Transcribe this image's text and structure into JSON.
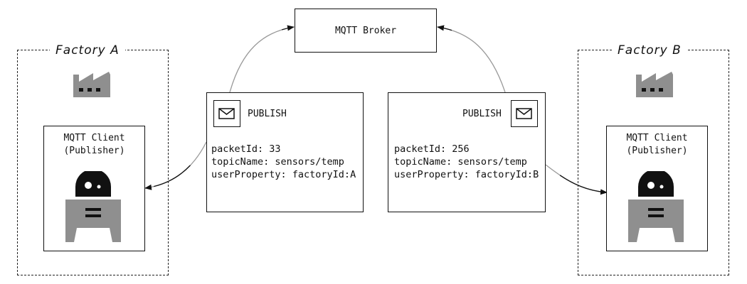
{
  "broker": {
    "label": "MQTT Broker"
  },
  "factories": [
    {
      "title": "Factory A",
      "client": {
        "line1": "MQTT Client",
        "line2": "(Publisher)"
      },
      "icons": {
        "building": "factory-icon",
        "robot": "robot-icon"
      }
    },
    {
      "title": "Factory B",
      "client": {
        "line1": "MQTT Client",
        "line2": "(Publisher)"
      },
      "icons": {
        "building": "factory-icon",
        "robot": "robot-icon"
      }
    }
  ],
  "packets": [
    {
      "type": "PUBLISH",
      "icon": "envelope-icon",
      "fields": [
        "packetId: 33",
        "topicName: sensors/temp",
        "userProperty: factoryId:A"
      ]
    },
    {
      "type": "PUBLISH",
      "icon": "envelope-icon",
      "fields": [
        "packetId: 256",
        "topicName: sensors/temp",
        "userProperty: factoryId:B"
      ]
    }
  ],
  "colors": {
    "icon_gray": "#8f8f8f",
    "robot_head": "#111111",
    "connector_gray": "#999999",
    "arrow": "#111111"
  }
}
